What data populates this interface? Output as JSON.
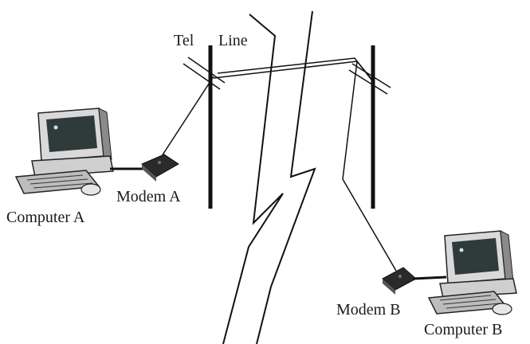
{
  "labels": {
    "tel": "Tel",
    "line": "Line",
    "modem_a": "Modem A",
    "modem_b": "Modem B",
    "computer_a": "Computer A",
    "computer_b": "Computer B"
  },
  "colors": {
    "background": "#ffffff",
    "ink": "#111111",
    "computer_body": "#d9d9d9",
    "computer_shadow": "#8a8a8a",
    "screen": "#2f3b3b",
    "modem": "#2a2a2a"
  },
  "icons": {
    "computer_a": "desktop-computer-icon",
    "computer_b": "desktop-computer-icon",
    "modem_a": "modem-icon",
    "modem_b": "modem-icon"
  }
}
